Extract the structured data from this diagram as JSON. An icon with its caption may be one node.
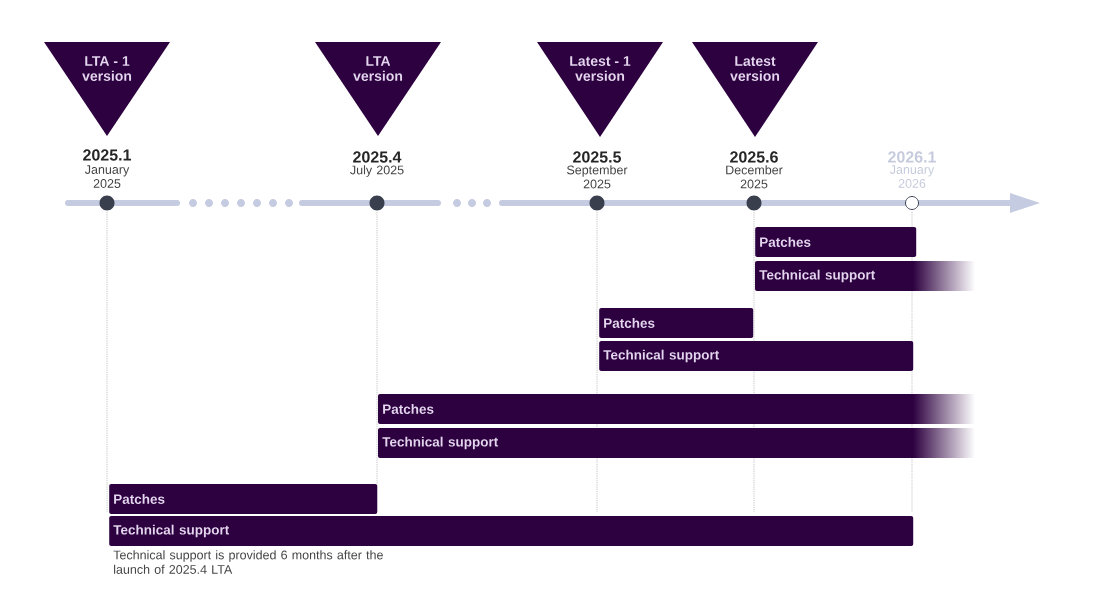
{
  "diagram": {
    "nodes": [
      {
        "text": [
          "LTA - 1 version"
        ]
      },
      {
        "text": [
          "LTA version"
        ]
      },
      {
        "text": [
          "Latest - 1 version"
        ]
      },
      {
        "text": [
          "Latest version"
        ]
      },
      {
        "text": [
          "Patches"
        ]
      },
      {
        "text": [
          "Technical support"
        ]
      },
      {
        "text": [
          "Patches"
        ]
      },
      {
        "text": [
          "Technical support"
        ]
      },
      {
        "text": [
          "Patches"
        ]
      },
      {
        "text": [
          "Technical support"
        ]
      },
      {
        "text": [
          "Patches"
        ]
      },
      {
        "text": [
          "Technical support"
        ]
      }
    ],
    "labels": [
      "2025.1",
      "January 2025",
      "2025.4",
      "July 2025",
      "2025.5",
      "September 2025",
      "2025.6",
      "December 2025",
      "2026.1",
      "January 2026",
      "Technical support is provided 6 months after the launch of 2025.4 LTA"
    ]
  }
}
